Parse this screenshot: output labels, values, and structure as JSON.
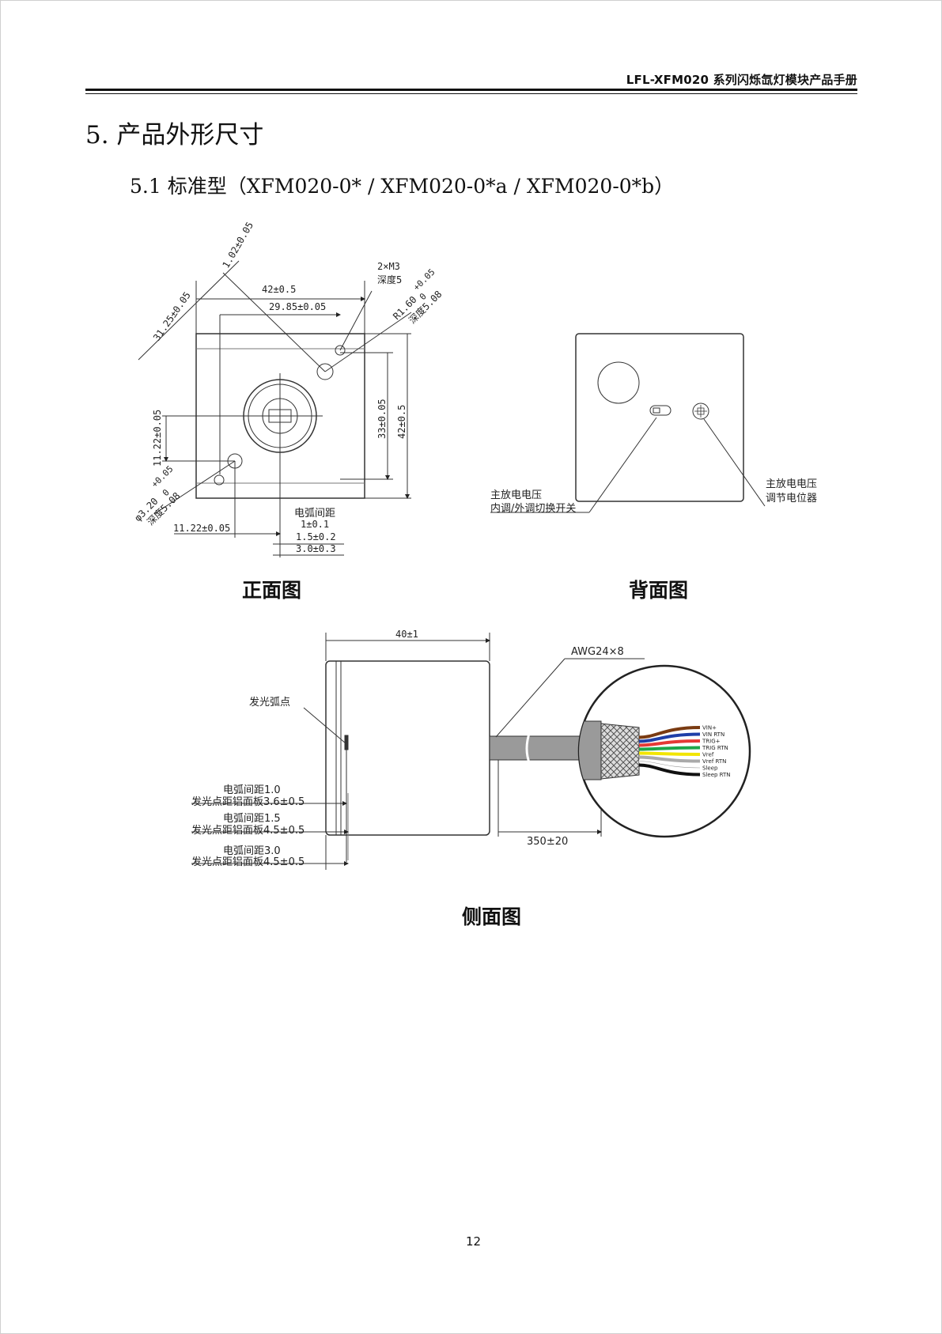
{
  "header": {
    "title": "LFL-XFM020 系列闪烁氙灯模块产品手册"
  },
  "section": {
    "title": "5. 产品外形尺寸"
  },
  "subsection": {
    "title": "5.1 标准型（XFM020-0* / XFM020-0*a / XFM020-0*b）"
  },
  "front_view": {
    "caption": "正面图",
    "dims": {
      "d1": "1.02±0.05",
      "d2": "2×M3",
      "d3": "深度5",
      "d4": "42±0.5",
      "d5": "29.85±0.05",
      "d6": "R1.60",
      "d7": "+0.05",
      "d8": "0",
      "d9": "深度5.08",
      "d10": "31.25±0.05",
      "d11": "33±0.05",
      "d12": "42±0.5",
      "d13": "11.22±0.05",
      "d14": "φ3.20",
      "d15": "+0.05",
      "d16": "0",
      "d17": "深度5.08",
      "d18": "11.22±0.05",
      "arc_title": "电弧间距",
      "arc1": "1±0.1",
      "arc2": "1.5±0.2",
      "arc3": "3.0±0.3"
    }
  },
  "back_view": {
    "caption": "背面图",
    "switch_label_1": "主放电电压",
    "switch_label_2": "内调/外调切换开关",
    "pot_label_1": "主放电电压",
    "pot_label_2": "调节电位器"
  },
  "side_view": {
    "caption": "侧面图",
    "length": "40±1",
    "wire_gauge": "AWG24×8",
    "emit_point": "发光弧点",
    "spec1_a": "电弧间距1.0",
    "spec1_b": "发光点距铝面板3.6±0.5",
    "spec2_a": "电弧间距1.5",
    "spec2_b": "发光点距铝面板4.5±0.5",
    "spec3_a": "电弧间距3.0",
    "spec3_b": "发光点距铝面板4.5±0.5",
    "cable_length": "350±20",
    "wires": [
      {
        "label": "VIN+",
        "color": "#7a3b12"
      },
      {
        "label": "VIN RTN",
        "color": "#1f3fa8"
      },
      {
        "label": "TRIG+",
        "color": "#e53935"
      },
      {
        "label": "TRIG RTN",
        "color": "#1ea64a"
      },
      {
        "label": "Vref",
        "color": "#f2e500"
      },
      {
        "label": "Vref RTN",
        "color": "#aaaaaa"
      },
      {
        "label": "Sleep",
        "color": "#ffffff"
      },
      {
        "label": "Sleep RTN",
        "color": "#111111"
      }
    ]
  },
  "footer": {
    "page_number": "12"
  }
}
